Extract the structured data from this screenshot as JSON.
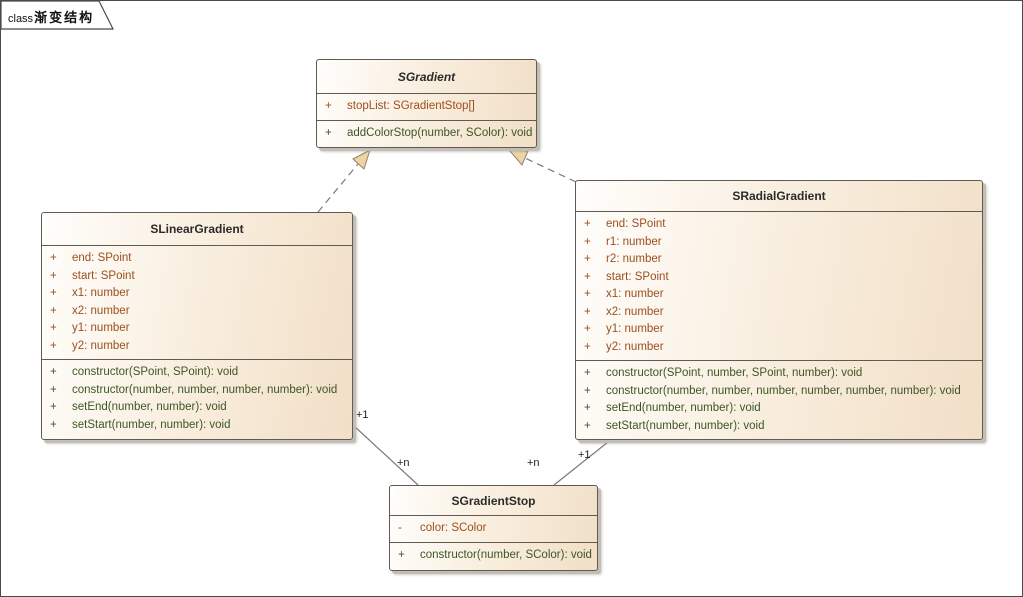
{
  "frame": {
    "keyword": "class",
    "title": "渐变结构"
  },
  "colors": {
    "box_fill_light": "#fffefc",
    "box_fill_dark": "#f1dfc7",
    "box_border": "#5f5b53",
    "class_name_text": "#2b2b2b",
    "attribute_text": "#9c4f1e",
    "method_text": "#3d5626",
    "connector_line": "#7a7a7a",
    "arrowhead_fill": "#eed3a4",
    "shadow": "#c2beb6"
  },
  "classes": [
    {
      "name": "SGradient",
      "abstract": true,
      "attributes": [
        {
          "vis": "+",
          "text": "stopList: SGradientStop[]"
        }
      ],
      "methods": [
        {
          "vis": "+",
          "text": "addColorStop(number, SColor): void"
        }
      ]
    },
    {
      "name": "SLinearGradient",
      "abstract": false,
      "attributes": [
        {
          "vis": "+",
          "text": "end: SPoint"
        },
        {
          "vis": "+",
          "text": "start: SPoint"
        },
        {
          "vis": "+",
          "text": "x1: number"
        },
        {
          "vis": "+",
          "text": "x2: number"
        },
        {
          "vis": "+",
          "text": "y1: number"
        },
        {
          "vis": "+",
          "text": "y2: number"
        }
      ],
      "methods": [
        {
          "vis": "+",
          "text": "constructor(SPoint, SPoint): void"
        },
        {
          "vis": "+",
          "text": "constructor(number, number, number, number): void"
        },
        {
          "vis": "+",
          "text": "setEnd(number, number): void"
        },
        {
          "vis": "+",
          "text": "setStart(number, number): void"
        }
      ]
    },
    {
      "name": "SRadialGradient",
      "abstract": false,
      "attributes": [
        {
          "vis": "+",
          "text": "end: SPoint"
        },
        {
          "vis": "+",
          "text": "r1: number"
        },
        {
          "vis": "+",
          "text": "r2: number"
        },
        {
          "vis": "+",
          "text": "start: SPoint"
        },
        {
          "vis": "+",
          "text": "x1: number"
        },
        {
          "vis": "+",
          "text": "x2: number"
        },
        {
          "vis": "+",
          "text": "y1: number"
        },
        {
          "vis": "+",
          "text": "y2: number"
        }
      ],
      "methods": [
        {
          "vis": "+",
          "text": "constructor(SPoint, number, SPoint, number): void"
        },
        {
          "vis": "+",
          "text": "constructor(number, number, number, number, number, number): void"
        },
        {
          "vis": "+",
          "text": "setEnd(number, number): void"
        },
        {
          "vis": "+",
          "text": "setStart(number, number): void"
        }
      ]
    },
    {
      "name": "SGradientStop",
      "abstract": false,
      "attributes": [
        {
          "vis": "-",
          "text": "color: SColor"
        }
      ],
      "methods": [
        {
          "vis": "+",
          "text": "constructor(number, SColor): void"
        }
      ]
    }
  ],
  "connectors": {
    "linear_to_gradient": {
      "type": "realization"
    },
    "radial_to_gradient": {
      "type": "realization"
    },
    "linear_to_stop": {
      "type": "association",
      "source_mult": "+1",
      "target_mult": "+n"
    },
    "radial_to_stop": {
      "type": "association",
      "source_mult": "+1",
      "target_mult": "+n"
    }
  }
}
